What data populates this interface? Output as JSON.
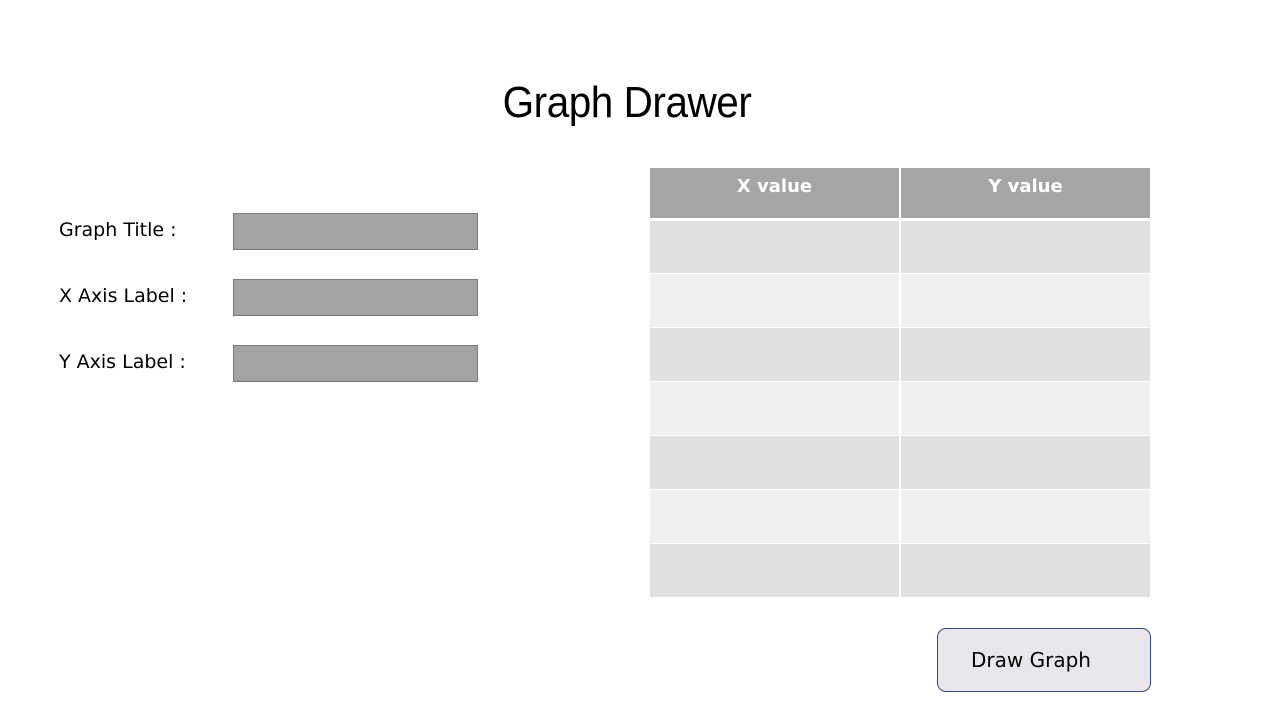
{
  "page": {
    "title": "Graph Drawer"
  },
  "form": {
    "graph_title": {
      "label": "Graph Title :",
      "value": "",
      "placeholder": ""
    },
    "x_axis_label": {
      "label": "X Axis Label :",
      "value": "",
      "placeholder": ""
    },
    "y_axis_label": {
      "label": "Y Axis Label :",
      "value": "",
      "placeholder": ""
    }
  },
  "table": {
    "headers": [
      "X value",
      "Y value"
    ],
    "rows": [
      [
        "",
        ""
      ],
      [
        "",
        ""
      ],
      [
        "",
        ""
      ],
      [
        "",
        ""
      ],
      [
        "",
        ""
      ],
      [
        "",
        ""
      ],
      [
        "",
        ""
      ]
    ]
  },
  "actions": {
    "draw_graph_label": "Draw Graph"
  },
  "colors": {
    "input_fill": "#a3a3a3",
    "header_fill": "#a5a5a5",
    "row_dark": "#e0e0e0",
    "row_light": "#efefef",
    "button_fill": "#e8e6ea",
    "button_border": "#2f4a7a"
  }
}
